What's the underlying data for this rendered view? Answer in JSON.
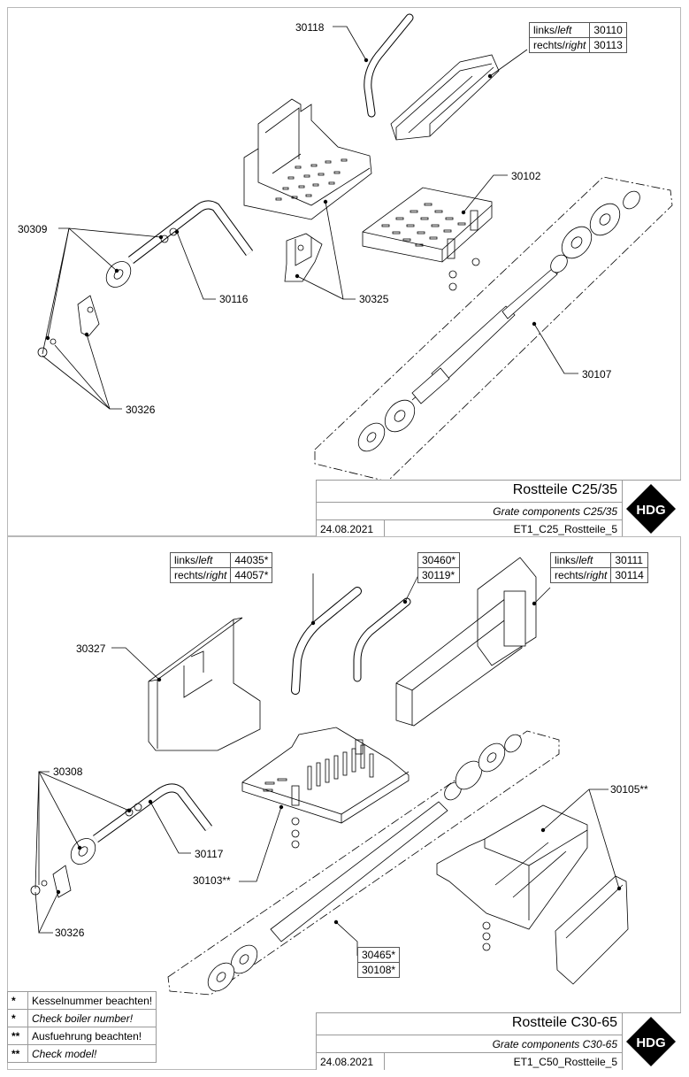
{
  "sheet1": {
    "title": "Rostteile C25/35",
    "subtitle": "Grate components C25/35",
    "date": "24.08.2021",
    "code": "ET1_C25_Rostteile_5",
    "logo": "HDG",
    "side_table": {
      "left_label": "links/left",
      "left_label_prefix": "links/",
      "left_label_italic": "left",
      "left_num": "30110",
      "right_label": "rechts/right",
      "right_label_prefix": "rechts/",
      "right_label_italic": "right",
      "right_num": "30113"
    },
    "labels": {
      "p30118": "30118",
      "p30102": "30102",
      "p30309": "30309",
      "p30116": "30116",
      "p30325": "30325",
      "p30107": "30107",
      "p30326": "30326"
    }
  },
  "sheet2": {
    "title": "Rostteile C30-65",
    "subtitle": "Grate components C30-65",
    "date": "24.08.2021",
    "code": "ET1_C50_Rostteile_5",
    "logo": "HDG",
    "tube_table": {
      "left_prefix": "links/",
      "left_italic": "left",
      "left_num": "44035*",
      "right_prefix": "rechts/",
      "right_italic": "right",
      "right_num": "44057*"
    },
    "rod_table": {
      "num1": "30460*",
      "num2": "30119*"
    },
    "side_table": {
      "left_prefix": "links/",
      "left_italic": "left",
      "left_num": "30111",
      "right_prefix": "rechts/",
      "right_italic": "right",
      "right_num": "30114"
    },
    "labels": {
      "p30327": "30327",
      "p30308": "30308",
      "p30117": "30117",
      "p30103": "30103**",
      "p30105": "30105**",
      "p30326": "30326",
      "p30465": "30465*",
      "p30108": "30108*"
    }
  },
  "notes": [
    {
      "mark": "*",
      "text": "Kesselnummer beachten!",
      "italic": false
    },
    {
      "mark": "*",
      "text": "Check boiler number!",
      "italic": true
    },
    {
      "mark": "**",
      "text": "Ausfuehrung beachten!",
      "italic": false
    },
    {
      "mark": "**",
      "text": "Check model!",
      "italic": true
    }
  ]
}
